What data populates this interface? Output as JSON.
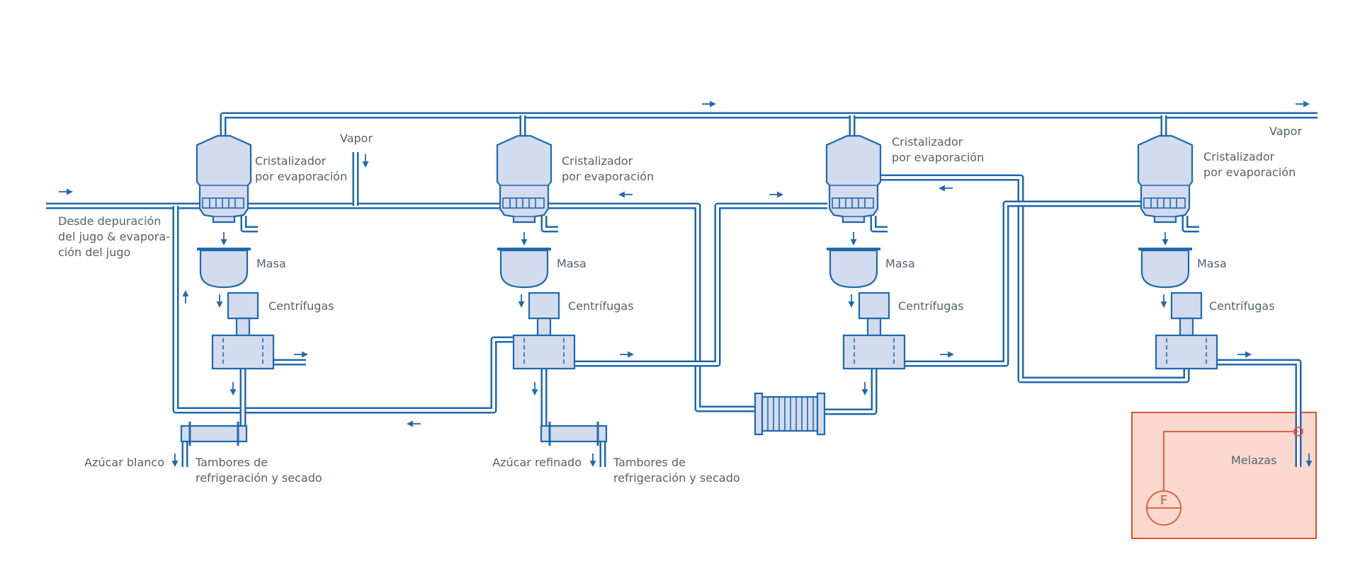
{
  "labels": {
    "feed": [
      "Desde depuración",
      "del jugo & evapora-",
      "ción del jugo"
    ],
    "vapor_inlet": "Vapor",
    "vapor_outlet": "Vapor",
    "crystallizer": [
      "Cristalizador",
      "por evaporación"
    ],
    "massecuite": "Masa",
    "centrifuges": "Centrífugas",
    "white_sugar": "Azúcar blanco",
    "refined_sugar": "Azúcar refinado",
    "drums": [
      "Tambores de",
      "refrigeración y secado"
    ],
    "molasses": "Melazas",
    "flow_meter": "F"
  },
  "colors": {
    "pipe": "#1f68b0",
    "vessel_fill": "#d3dbee",
    "text": "#53616f",
    "control_box_fill": "#fbd9cf",
    "control_box_stroke": "#e0522c"
  }
}
